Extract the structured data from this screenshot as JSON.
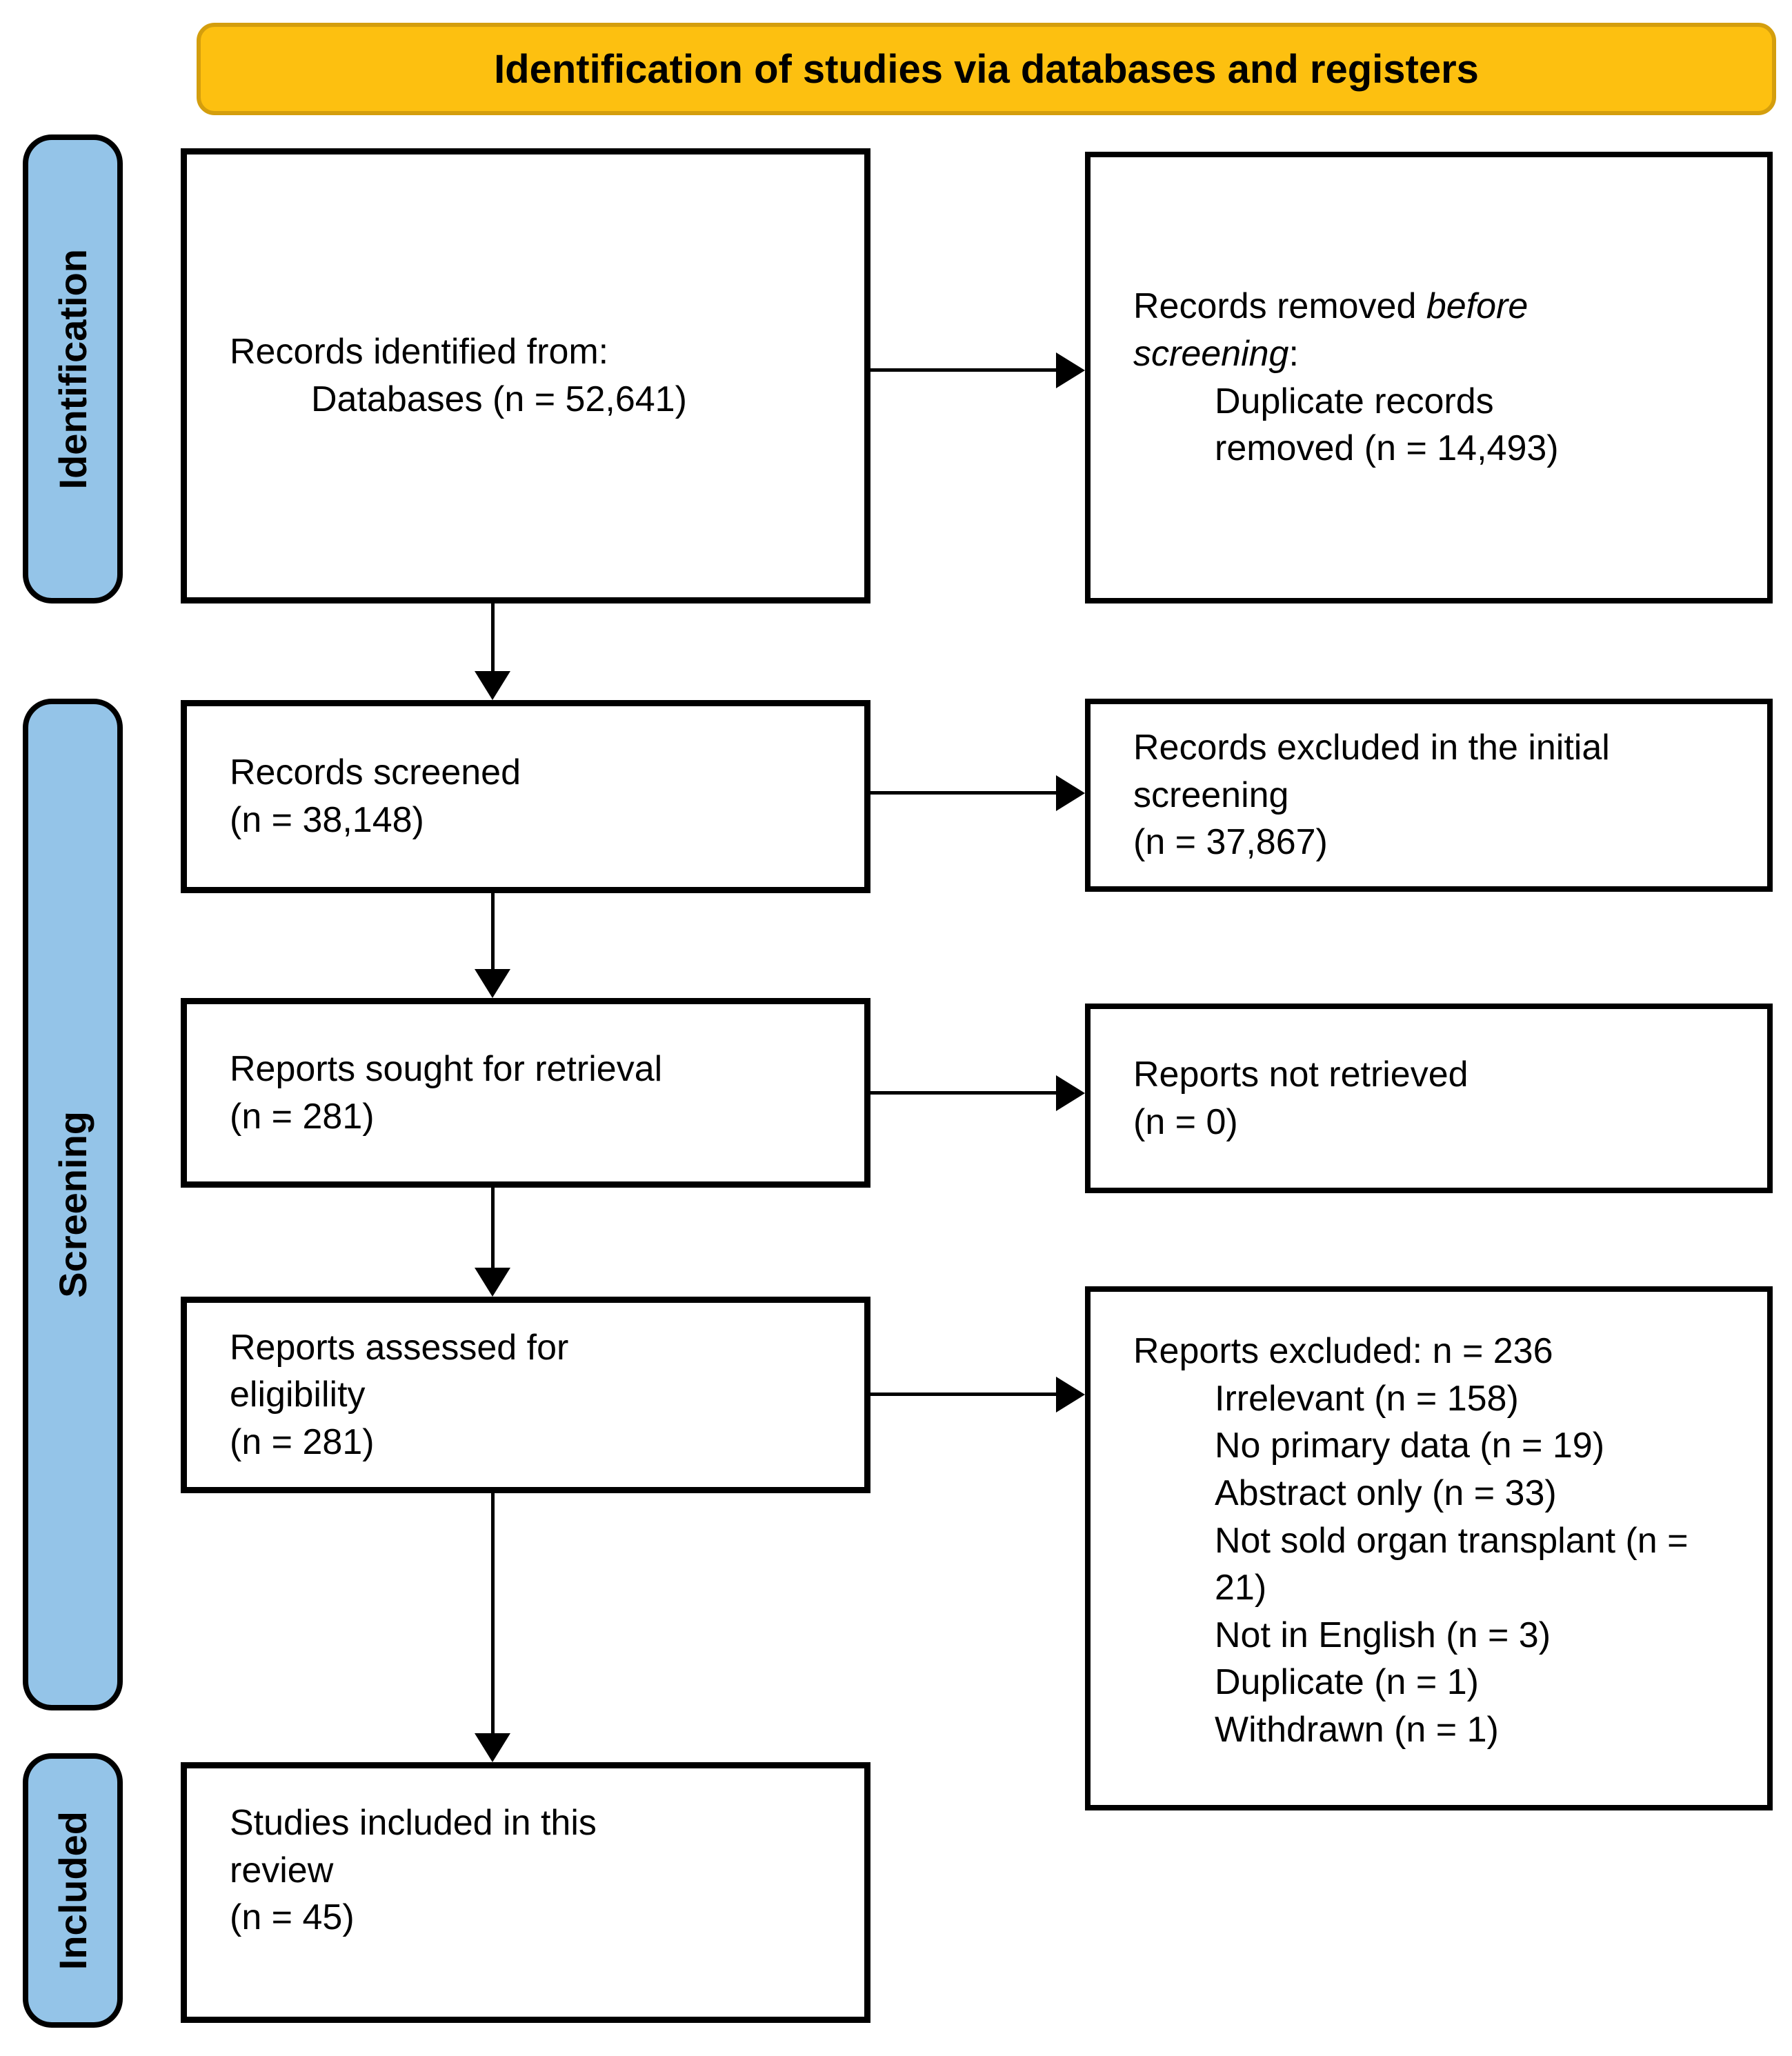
{
  "banner": {
    "title": "Identification of studies via databases and registers"
  },
  "stages": {
    "identification": "Identification",
    "screening": "Screening",
    "included": "Included"
  },
  "flow": {
    "records_identified": {
      "title": "Records identified from:",
      "sub": [
        "Databases (n = 52,641)"
      ]
    },
    "records_removed": {
      "lead": "Records removed ",
      "lead_italic": "before",
      "lead2_italic": "screening",
      "lead2": ":",
      "sub": [
        "Duplicate records",
        "removed (n = 14,493)"
      ]
    },
    "records_screened": {
      "lines": [
        "Records screened",
        "(n = 38,148)"
      ]
    },
    "records_excluded_initial": {
      "lines": [
        "Records excluded in the initial",
        "screening",
        "(n = 37,867)"
      ]
    },
    "reports_sought": {
      "lines": [
        "Reports sought for retrieval",
        "(n = 281)"
      ]
    },
    "reports_not_retrieved": {
      "lines": [
        "Reports not retrieved",
        "(n = 0)"
      ]
    },
    "reports_assessed": {
      "lines": [
        "Reports assessed for",
        "eligibility",
        "(n = 281)"
      ]
    },
    "reports_excluded": {
      "header": "Reports excluded: n = 236",
      "items": [
        "Irrelevant (n = 158)",
        "No primary data (n = 19)",
        "Abstract only (n = 33)",
        "Not sold organ transplant (n = 21)",
        "Not in English (n = 3)",
        "Duplicate (n = 1)",
        "Withdrawn (n = 1)"
      ]
    },
    "studies_included": {
      "lines": [
        "Studies included in this",
        "review",
        "(n = 45)"
      ]
    }
  },
  "colors": {
    "banner_fill": "#FDC010",
    "banner_border": "#D49E0D",
    "stage_fill": "#94C4E8",
    "line_color": "#000000"
  }
}
